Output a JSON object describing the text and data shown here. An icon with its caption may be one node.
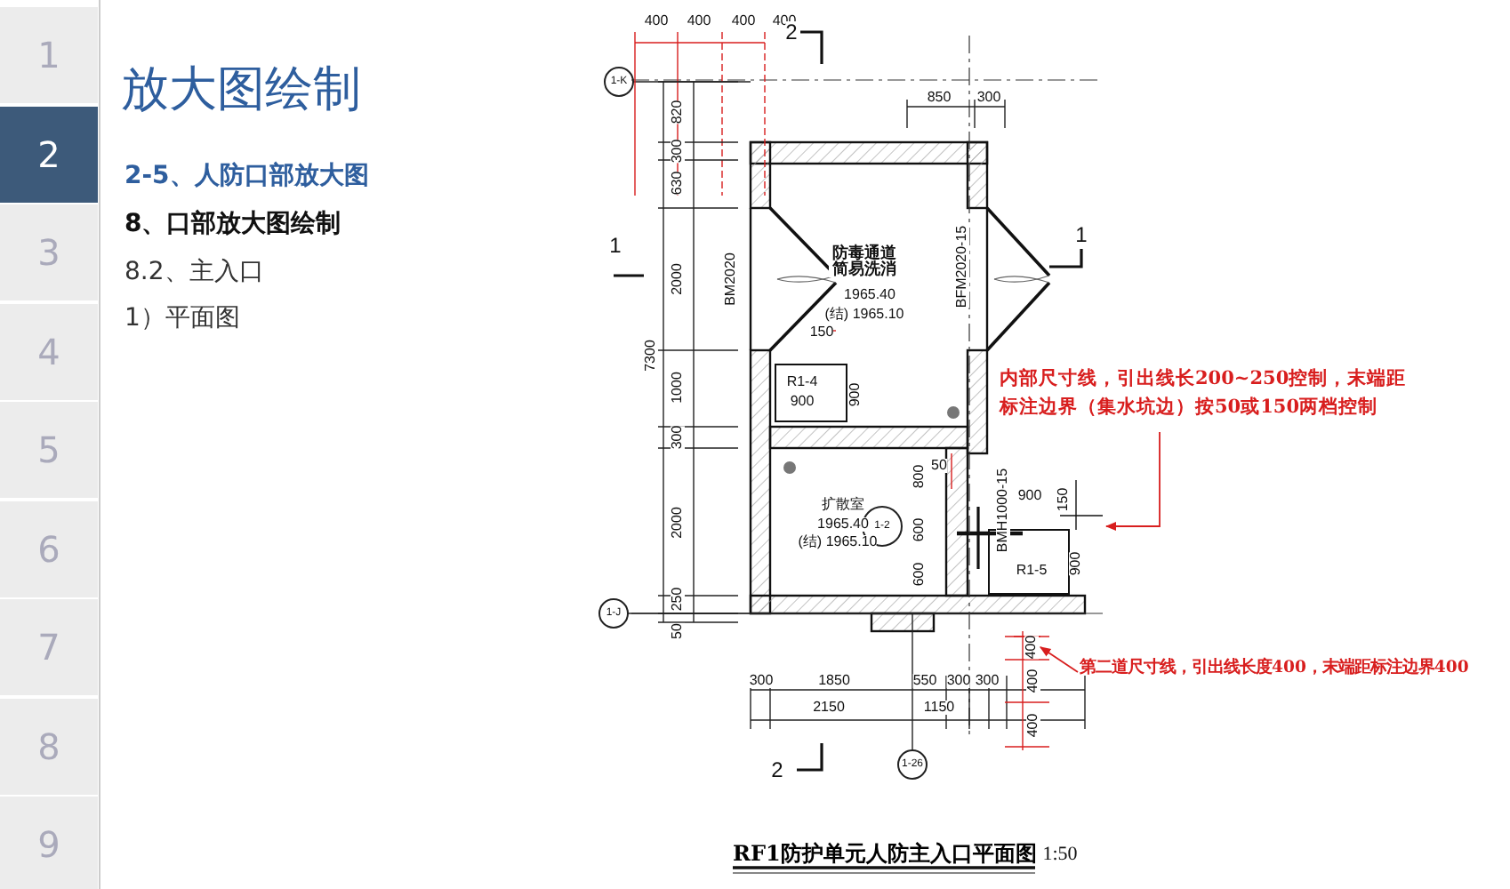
{
  "diagram": {
    "title": "放大图绘制",
    "caption": "RF1防护单元人防主入口平面图",
    "nodes": [
      {
        "text": [
          "内部尺寸线，引出线长200~250控制，末端距标注边界（集水坑边）按50或150两档控制"
        ]
      },
      {
        "text": [
          "第二道尺寸线，引出线长度400，末端距标注边界400"
        ]
      },
      {
        "text": [
          "400"
        ]
      }
    ],
    "edges": [
      {
        "from": 0,
        "to": null,
        "arrow": "to"
      },
      {
        "from": 1,
        "to": 2,
        "arrow": "to"
      }
    ],
    "labels": [
      "1",
      "2",
      "3",
      "4",
      "5",
      "6",
      "7",
      "8",
      "9",
      "2-5、人防口部放大图",
      "8、口部放大图绘制",
      "8.2、主入口",
      "1）平面图",
      "400",
      "400",
      "400",
      "400",
      "2",
      "1-K",
      "850",
      "300",
      "820",
      "300",
      "630",
      "1",
      "1",
      "2000",
      "BM2020",
      "防毒通道简易洗消",
      "1965.40",
      "(结) 1965.10",
      "BFM2020-15",
      "7300",
      "150",
      "R1-4",
      "900",
      "900",
      "1000",
      "300",
      "2000",
      "50",
      "800",
      "扩散室",
      "1965.40",
      "(结) 1965.10",
      "1-2",
      "600",
      "600",
      "BMH1000-15",
      "900",
      "150",
      "R1-5",
      "900",
      "250",
      "50",
      "1-J",
      "400",
      "400",
      "300",
      "1850",
      "550",
      "300",
      "300",
      "2150",
      "1150",
      "2",
      "1-26",
      "1:50"
    ]
  }
}
